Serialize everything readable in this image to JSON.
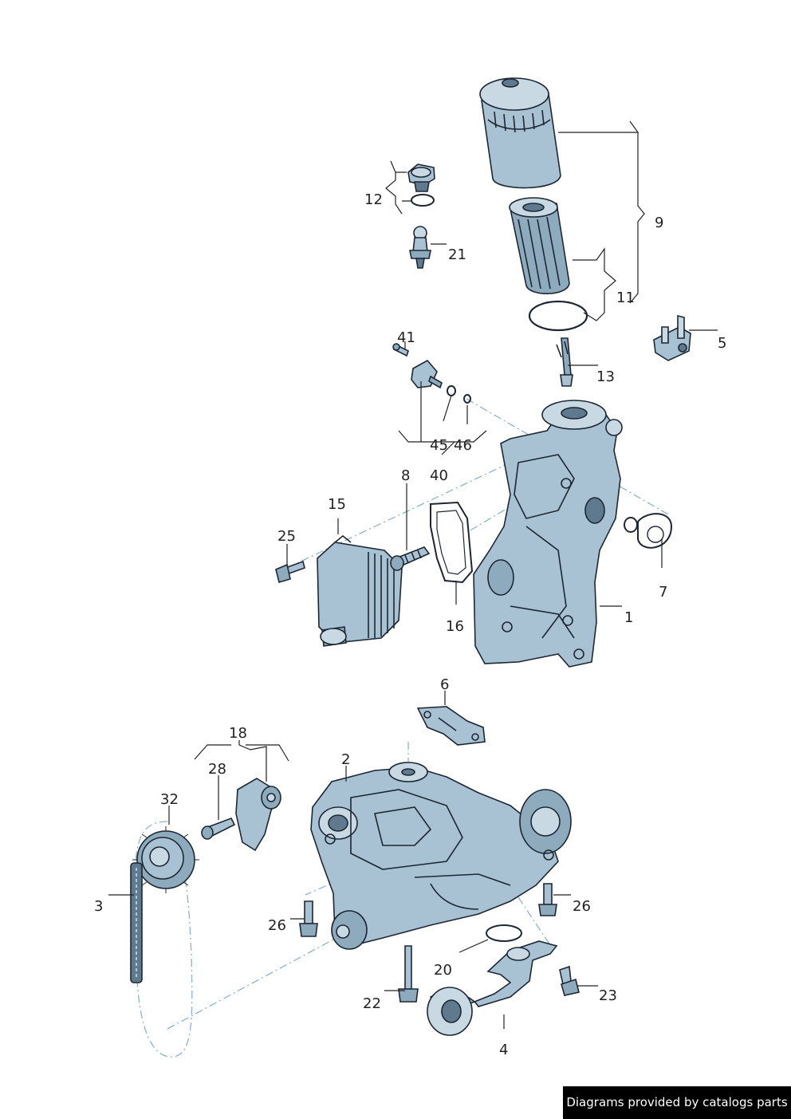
{
  "callouts": {
    "c1": "1",
    "c2": "2",
    "c3": "3",
    "c4": "4",
    "c5": "5",
    "c6": "6",
    "c7": "7",
    "c8": "8",
    "c9": "9",
    "c11": "11",
    "c12": "12",
    "c13": "13",
    "c15": "15",
    "c16": "16",
    "c18": "18",
    "c20": "20",
    "c21": "21",
    "c22": "22",
    "c23": "23",
    "c25": "25",
    "c26a": "26",
    "c26b": "26",
    "c28": "28",
    "c32": "32",
    "c40": "40",
    "c41": "41",
    "c45": "45",
    "c46": "46"
  },
  "footer": {
    "text": "Diagrams provided by catalogs parts"
  },
  "colors": {
    "part_fill": "#a9c2d3",
    "outline": "#1d2733",
    "dash_line": "#8fb3c9",
    "footer_bg": "#000000"
  }
}
